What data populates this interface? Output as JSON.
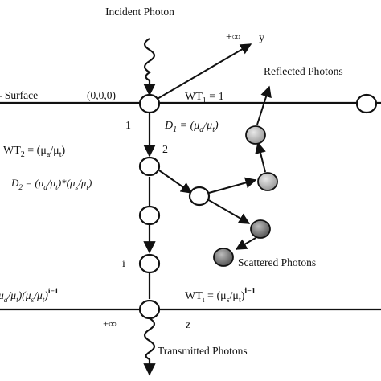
{
  "labels": {
    "incident": "Incident Photon",
    "plus_inf_top": "+∞",
    "y_axis": "y",
    "reflected": "Reflected Photons",
    "surface": "- Surface",
    "origin": "(0,0,0)",
    "wt1": "WT",
    "wt1_sub": "1",
    "wt1_val": " = 1",
    "node_1": "1",
    "node_2": "2",
    "d1": "D",
    "d1_sub": "1",
    "d1_val": " = (μ",
    "d1_a": "a",
    "d1_mid": "/μ",
    "d1_t": "t",
    "d1_end": ")",
    "wt2": "WT",
    "wt2_sub": "2",
    "wt2_val": " = (μ",
    "wt2_a": "a",
    "wt2_mid": "/μ",
    "wt2_t": "t",
    "wt2_end": ")",
    "d2": "D",
    "d2_sub": "2",
    "d2_val": " = (μ",
    "d2_a": "a",
    "d2_mid": "/μ",
    "d2_t": "t",
    "d2_mid2": ")*(μ",
    "d2_s": "s",
    "d2_mid3": "/μ",
    "d2_t2": "t",
    "d2_end": ")",
    "node_i": "i",
    "scattered": "Scattered Photons",
    "left_formula": "μ",
    "left_a": "a",
    "left_mid": "/μ",
    "left_t": "t",
    "left_mid2": ")(μ",
    "left_s": "s",
    "left_mid3": "/μ",
    "left_t2": "t",
    "left_end": ")",
    "left_exp": "i−1",
    "wti": "WT",
    "wti_sub": "i",
    "wti_val": " = (μ",
    "wti_s": "s",
    "wti_mid": "/μ",
    "wti_t": "t",
    "wti_end": ")",
    "wti_exp": "i−1",
    "plus_inf_bottom": "+∞",
    "z_axis": "z",
    "transmitted": "Transmitted Photons"
  }
}
